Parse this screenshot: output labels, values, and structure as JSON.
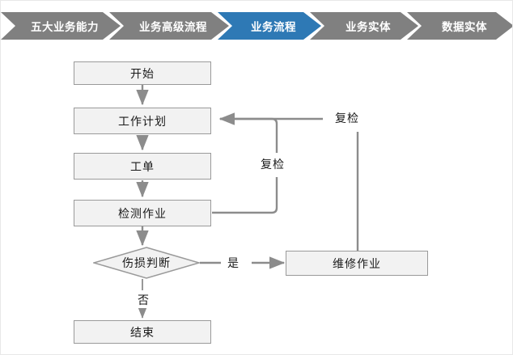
{
  "breadcrumb": {
    "active_color": "#2e79b5",
    "inactive_color": "#808080",
    "steps": [
      {
        "label": "五大业务能力",
        "active": false
      },
      {
        "label": "业务高级流程",
        "active": false
      },
      {
        "label": "业务流程",
        "active": true
      },
      {
        "label": "业务实体",
        "active": false
      },
      {
        "label": "数据实体",
        "active": false
      }
    ]
  },
  "flowchart": {
    "type": "flowchart",
    "line_color": "#8c8c8c",
    "node_fill": "#f2f2f2",
    "node_border": "#9a9a9a",
    "nodes": [
      {
        "id": "start",
        "label": "开始",
        "shape": "rect"
      },
      {
        "id": "workplan",
        "label": "工作计划",
        "shape": "rect"
      },
      {
        "id": "workorder",
        "label": "工单",
        "shape": "rect"
      },
      {
        "id": "inspection",
        "label": "检测作业",
        "shape": "rect"
      },
      {
        "id": "decision",
        "label": "伤损判断",
        "shape": "diamond"
      },
      {
        "id": "repair",
        "label": "维修作业",
        "shape": "rect"
      },
      {
        "id": "end",
        "label": "结束",
        "shape": "rect"
      }
    ],
    "edge_labels": {
      "yes": "是",
      "no": "否",
      "reinspect_inner": "复检",
      "reinspect_outer": "复检"
    }
  }
}
